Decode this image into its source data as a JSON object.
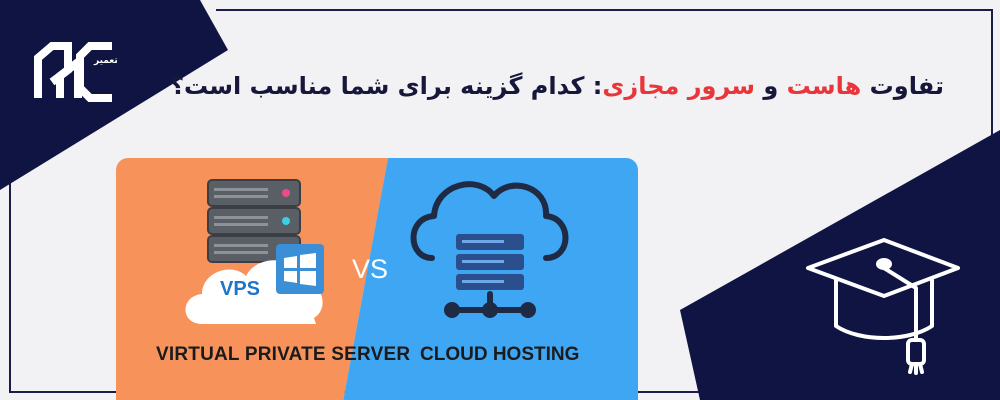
{
  "brand": {
    "logo_label": "تعمیر"
  },
  "headline": {
    "part1": "تفاوت ",
    "accent1": "هاست",
    "part2": " و ",
    "accent2": "سرور مجازی",
    "part3": ": کدام گزینه برای شما مناسب است؟"
  },
  "comparison": {
    "left_caption": "VIRTUAL PRIVATE SERVER",
    "badge": "VPS",
    "vs_label": "VS",
    "right_caption": "CLOUD HOSTING"
  },
  "icons": [
    "brand-logo-icon",
    "server-rack-icon",
    "windows-icon",
    "cloud-server-icon",
    "graduation-cap-icon"
  ],
  "colors": {
    "navy": "#0f1442",
    "accent_red": "#e8363b",
    "orange_panel": "#f7935a",
    "blue_panel": "#3ea6f2",
    "background": "#f2f2f4"
  }
}
